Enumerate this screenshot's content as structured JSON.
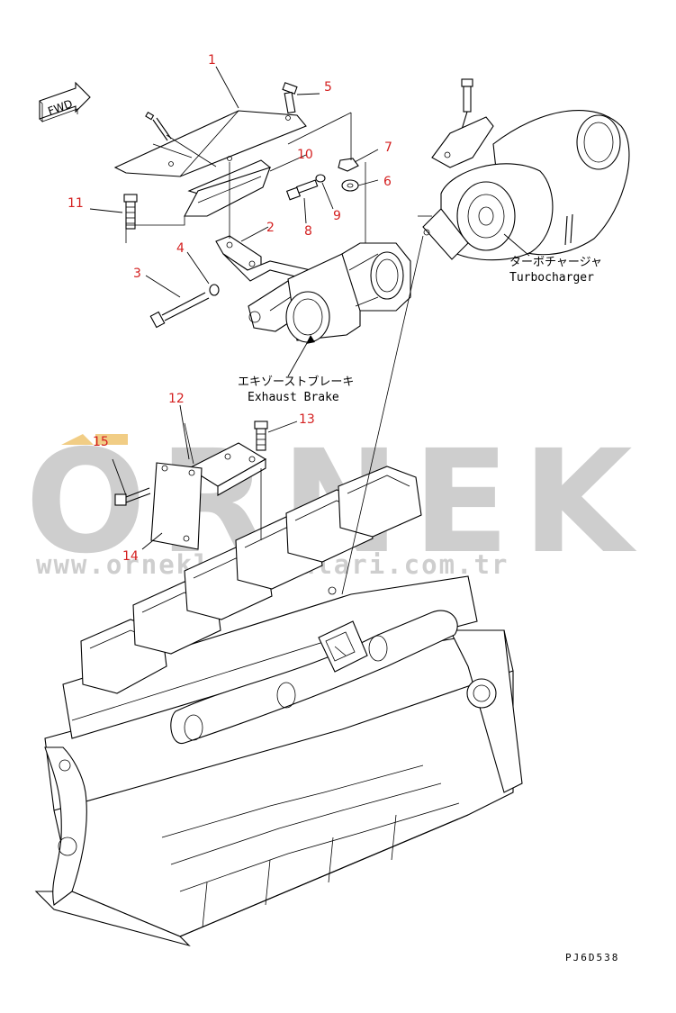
{
  "fwd_label": "FWD",
  "callouts": [
    {
      "id": "c1",
      "text": "1"
    },
    {
      "id": "c2",
      "text": "2"
    },
    {
      "id": "c3",
      "text": "3"
    },
    {
      "id": "c4",
      "text": "4"
    },
    {
      "id": "c5",
      "text": "5"
    },
    {
      "id": "c6",
      "text": "6"
    },
    {
      "id": "c7",
      "text": "7"
    },
    {
      "id": "c8",
      "text": "8"
    },
    {
      "id": "c9",
      "text": "9"
    },
    {
      "id": "c10",
      "text": "10"
    },
    {
      "id": "c11",
      "text": "11"
    },
    {
      "id": "c12",
      "text": "12"
    },
    {
      "id": "c13",
      "text": "13"
    },
    {
      "id": "c14",
      "text": "14"
    },
    {
      "id": "c15",
      "text": "15"
    }
  ],
  "labels": {
    "turbocharger_jp": "ターボチャージャ",
    "turbocharger_en": "Turbocharger",
    "exhaust_brake_jp": "エキゾーストブレーキ",
    "exhaust_brake_en": "Exhaust Brake"
  },
  "drawing_code": "PJ6D538",
  "watermark": {
    "brand": "ORNEK",
    "url": "www.orneklsnalmalari.com.tr",
    "color": "#c9c9c9",
    "accent_color": "#f0c878"
  },
  "callout_color": "#d42020"
}
